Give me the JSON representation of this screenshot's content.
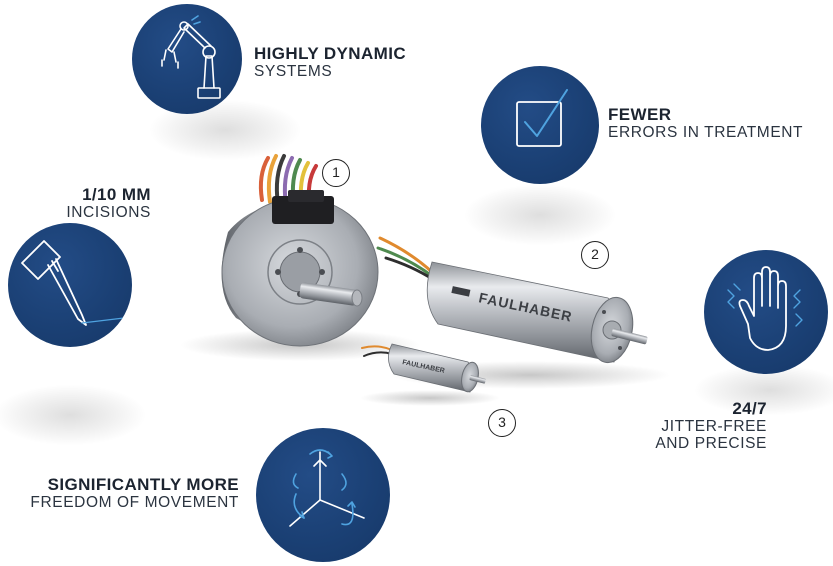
{
  "features": [
    {
      "id": "robot",
      "title": "HIGHLY DYNAMIC",
      "subtitle": "SYSTEMS",
      "icon": "robot-arm-icon"
    },
    {
      "id": "check",
      "title": "FEWER",
      "subtitle": "ERRORS IN TREATMENT",
      "icon": "checkbox-icon"
    },
    {
      "id": "scalpel",
      "title": "1/10 MM",
      "subtitle": "INCISIONS",
      "icon": "scalpel-icon"
    },
    {
      "id": "hand",
      "title": "24/7",
      "subtitle": "JITTER-FREE",
      "subtitle2": "AND PRECISE",
      "icon": "hand-icon"
    },
    {
      "id": "axes",
      "title": "SIGNIFICANTLY MORE",
      "subtitle": "FREEDOM OF MOVEMENT",
      "icon": "movement-axes-icon"
    }
  ],
  "motors": [
    {
      "number": "1",
      "name": "flat-motor"
    },
    {
      "number": "2",
      "name": "large-cylindrical-motor",
      "brand": "FAULHABER"
    },
    {
      "number": "3",
      "name": "small-cylindrical-motor",
      "brand": "FAULHABER"
    }
  ],
  "colors": {
    "circle": "#1a3f73",
    "icon_stroke": "#ffffff",
    "icon_accent": "#4fa3e0",
    "text": "#1c2430"
  }
}
